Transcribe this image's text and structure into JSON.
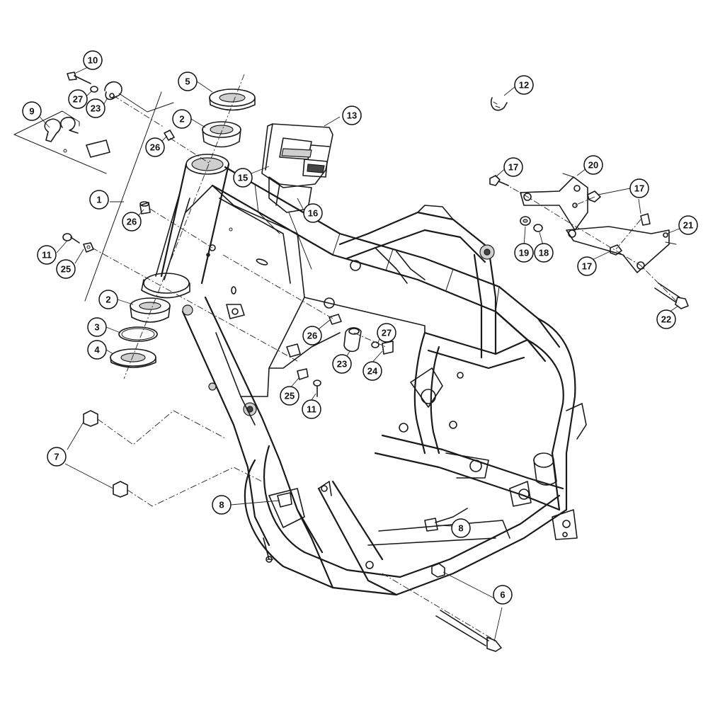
{
  "callouts": [
    {
      "id": "c1",
      "label": "1"
    },
    {
      "id": "c2a",
      "label": "2"
    },
    {
      "id": "c2b",
      "label": "2"
    },
    {
      "id": "c3",
      "label": "3"
    },
    {
      "id": "c4",
      "label": "4"
    },
    {
      "id": "c5",
      "label": "5"
    },
    {
      "id": "c6",
      "label": "6"
    },
    {
      "id": "c7",
      "label": "7"
    },
    {
      "id": "c8a",
      "label": "8"
    },
    {
      "id": "c8b",
      "label": "8"
    },
    {
      "id": "c9",
      "label": "9"
    },
    {
      "id": "c10",
      "label": "10"
    },
    {
      "id": "c11a",
      "label": "11"
    },
    {
      "id": "c11b",
      "label": "11"
    },
    {
      "id": "c12",
      "label": "12"
    },
    {
      "id": "c13",
      "label": "13"
    },
    {
      "id": "c15",
      "label": "15"
    },
    {
      "id": "c16",
      "label": "16"
    },
    {
      "id": "c17a",
      "label": "17"
    },
    {
      "id": "c17b",
      "label": "17"
    },
    {
      "id": "c17c",
      "label": "17"
    },
    {
      "id": "c18",
      "label": "18"
    },
    {
      "id": "c19",
      "label": "19"
    },
    {
      "id": "c20",
      "label": "20"
    },
    {
      "id": "c21",
      "label": "21"
    },
    {
      "id": "c22",
      "label": "22"
    },
    {
      "id": "c23a",
      "label": "23"
    },
    {
      "id": "c23b",
      "label": "23"
    },
    {
      "id": "c24",
      "label": "24"
    },
    {
      "id": "c25a",
      "label": "25"
    },
    {
      "id": "c25b",
      "label": "25"
    },
    {
      "id": "c26a",
      "label": "26"
    },
    {
      "id": "c26b",
      "label": "26"
    },
    {
      "id": "c26c",
      "label": "26"
    },
    {
      "id": "c27a",
      "label": "27"
    },
    {
      "id": "c27b",
      "label": "27"
    }
  ],
  "colors": {
    "line": "#1a1a1a",
    "background": "#ffffff",
    "shade": "#cfcfcf"
  }
}
